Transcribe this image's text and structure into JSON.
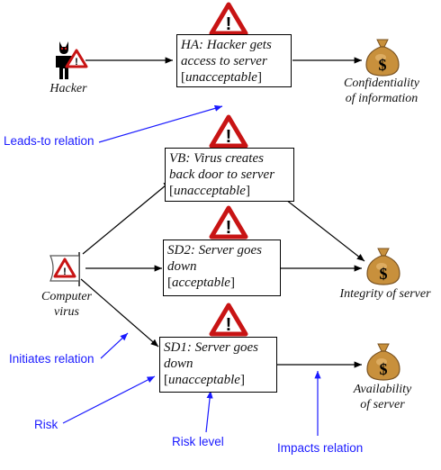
{
  "nodes": {
    "ha": {
      "line1": "HA: Hacker gets",
      "line2": "access to server",
      "level": "unacceptable"
    },
    "vb": {
      "line1": "VB: Virus creates",
      "line2": "back door to server",
      "level": "unacceptable"
    },
    "sd2": {
      "line1": "SD2: Server goes",
      "line2": "down",
      "level": "acceptable"
    },
    "sd1": {
      "line1": "SD1: Server goes",
      "line2": "down",
      "level": "unacceptable"
    }
  },
  "actors": {
    "hacker": "Hacker",
    "virus_line1": "Computer",
    "virus_line2": "virus"
  },
  "assets": {
    "confidentiality_line1": "Confidentiality",
    "confidentiality_line2": "of information",
    "integrity": "Integrity of server",
    "availability_line1": "Availability",
    "availability_line2": "of server"
  },
  "annotations": {
    "leads_to": "Leads-to relation",
    "initiates": "Initiates relation",
    "risk": "Risk",
    "risk_level": "Risk level",
    "impacts": "Impacts relation"
  },
  "icons": {
    "money_symbol": "$",
    "warning_symbol": "!"
  },
  "colors": {
    "annotation": "#1a1aff",
    "warning_red": "#c81414",
    "money_bag": "#c8903c"
  }
}
